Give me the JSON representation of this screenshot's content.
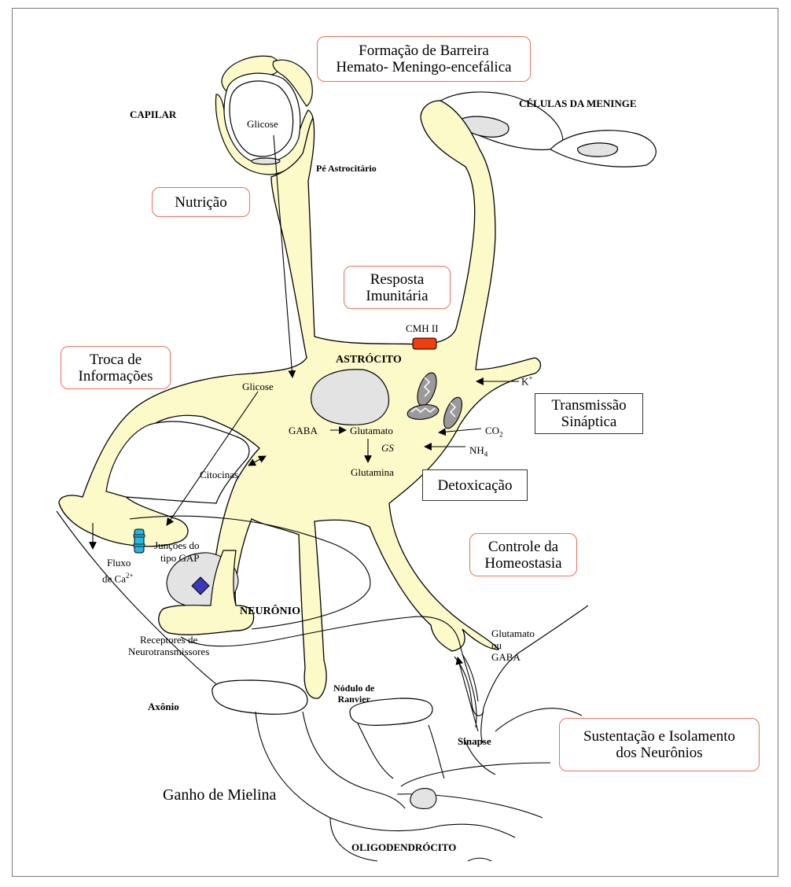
{
  "boxes": {
    "barreira": [
      "Formação de Barreira",
      "Hemato- Meningo-encefálica"
    ],
    "nutricao": "Nutrição",
    "resposta": [
      "Resposta",
      "Imunitária"
    ],
    "troca": [
      "Troca de",
      "Informações"
    ],
    "transmissao": [
      "Transmissão",
      "Sináptica"
    ],
    "detox": "Detoxicação",
    "controle": [
      "Controle da",
      "Homeostasia"
    ],
    "sustentacao": [
      "Sustentação e Isolamento",
      "dos Neurônios"
    ]
  },
  "labels": {
    "capilar": "CAPILAR",
    "meninge": "CÉLULAS DA MENINGE",
    "glicose_top": "Glicose",
    "pe": "Pé Astrocitário",
    "cmh": "CMH II",
    "astrocito": "ASTRÓCITO",
    "glicose_mid": "Glicose",
    "k": "K",
    "k_sup": "+",
    "gaba": "GABA",
    "glutamato": "Glutamato",
    "co2": "CO",
    "co2_sub": "2",
    "gs": "GS",
    "nh4": "NH",
    "nh4_sub": "4",
    "glutamina": "Glutamina",
    "citocinas": "Citocinas",
    "juncoes": [
      "Junções do",
      "tipo GAP"
    ],
    "fluxo": [
      "Fluxo",
      "de Ca"
    ],
    "fluxo_sup": "2+",
    "neuronio": "NEURÔNIO",
    "receptores": [
      "Receptores de",
      "Neurotransmissores"
    ],
    "glut_gaba": [
      "Glutamato",
      "ou",
      "GABA"
    ],
    "nodulo": [
      "Nódulo de",
      "Ranvier"
    ],
    "axonio": "Axônio",
    "sinapse": "Sinapse",
    "ganho": "Ganho de Mielina",
    "oligo": "OLIGODENDRÓCITO"
  },
  "colors": {
    "astrocyte_fill": "#fdfac9",
    "nucleus_fill": "#e3e3e3",
    "cmh_fill": "#f23c12",
    "gap_fill": "#29b6e0",
    "receptor_fill": "#3a3ab8",
    "box_border": "#e8735a"
  }
}
